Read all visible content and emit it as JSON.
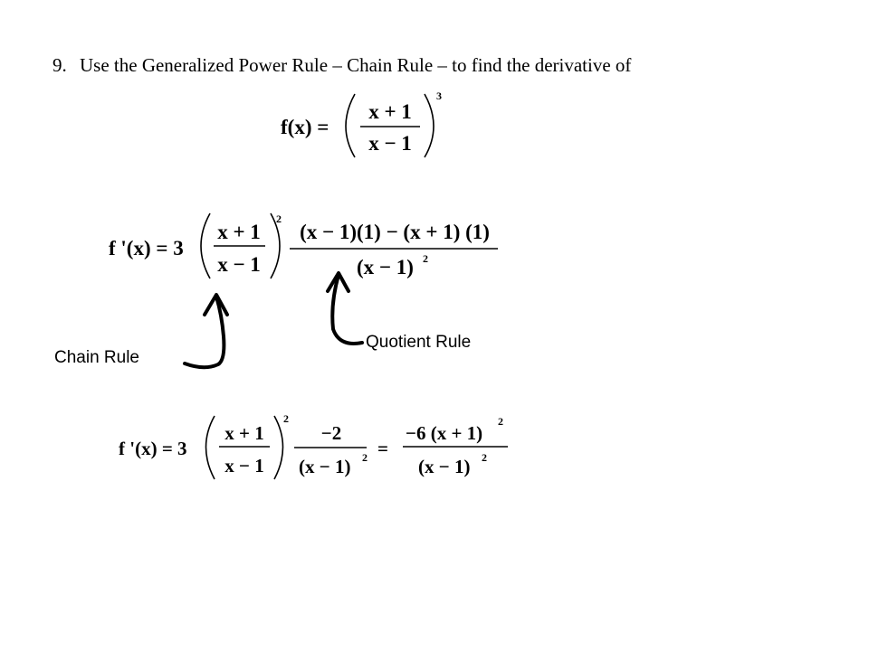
{
  "problem": {
    "number": "9.",
    "statement": "Use the Generalized Power Rule – Chain Rule – to find the derivative  of"
  },
  "function_def": {
    "lhs": "f(x) =",
    "numerator": "x + 1",
    "denominator": "x − 1",
    "exponent": "3"
  },
  "derivative_step1": {
    "lhs": "f '(x) = 3",
    "inner_numerator": "x + 1",
    "inner_denominator": "x − 1",
    "inner_exponent": "2",
    "quotient_numerator": "(x − 1)(1) − (x + 1) (1)",
    "quotient_denominator_base": "(x − 1)",
    "quotient_denominator_exponent": "2"
  },
  "annotations": {
    "chain_rule": "Chain Rule",
    "quotient_rule": "Quotient Rule"
  },
  "derivative_step2": {
    "lhs": "f '(x) = 3",
    "inner_numerator": "x + 1",
    "inner_denominator": "x − 1",
    "inner_exponent": "2",
    "frac2_numerator": "−2",
    "frac2_denominator_base": "(x − 1)",
    "frac2_denominator_exponent": "2",
    "equals": "=",
    "result_numerator_base": "−6 (x + 1)",
    "result_numerator_exponent": "2",
    "result_denominator_base": "(x − 1)",
    "result_denominator_exponent": "2"
  }
}
